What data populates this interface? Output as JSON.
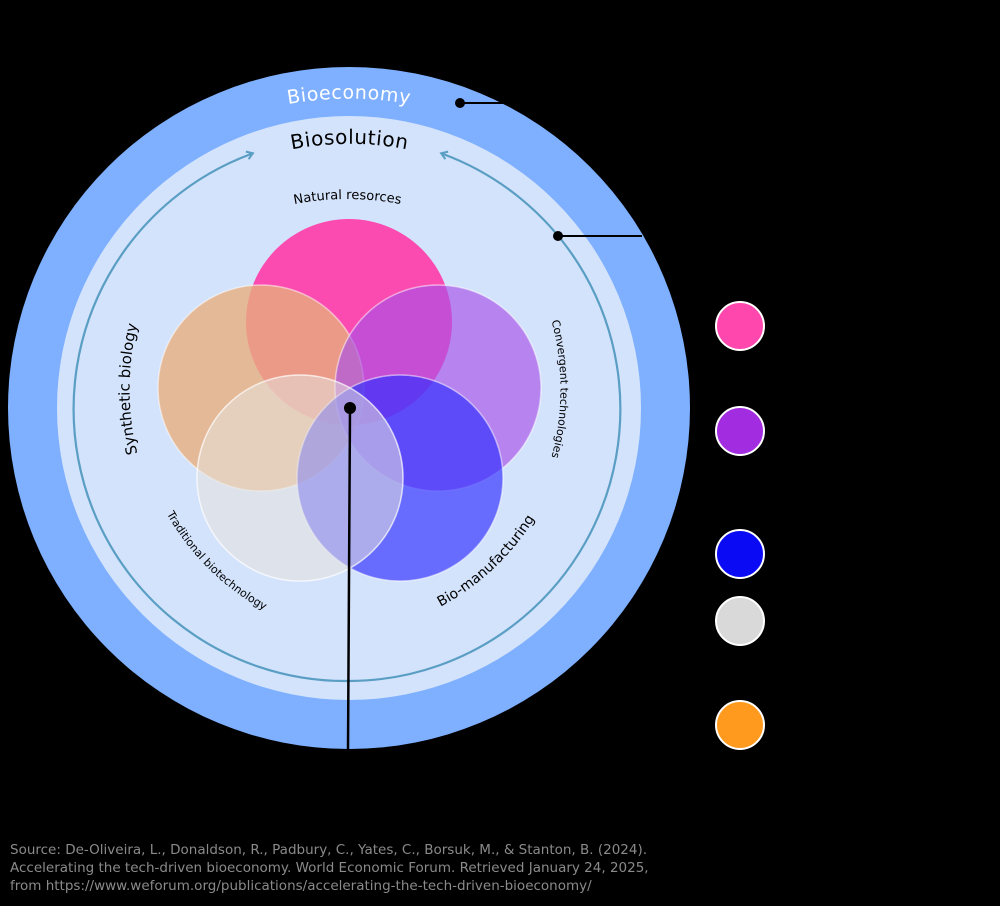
{
  "diagram": {
    "outer_label": "Bioeconomy",
    "inner_label": "Biosolution",
    "petals": [
      {
        "label": "Natural resorces",
        "color": "#ff3aa8"
      },
      {
        "label": "Convergent technologies",
        "color": "#b47cf0"
      },
      {
        "label": "Bio-manufacturing",
        "color": "#5454ff"
      },
      {
        "label": "Traditional biotechnology",
        "color": "#e2e6ee"
      },
      {
        "label": "Synthetic biology",
        "color": "#e8ae7e"
      }
    ],
    "legend_colors": [
      "#ff47ad",
      "#a12ce0",
      "#0a0af5",
      "#d9d9d9",
      "#ff9a1f"
    ],
    "colors": {
      "outer_ring": "#7fb0ff",
      "inner_disc": "#d3e3fc",
      "arrow": "#5a9ec4"
    }
  },
  "source": {
    "line1": "Source: De-Oliveira, L., Donaldson, R., Padbury, C., Yates, C., Borsuk, M., & Stanton, B. (2024).",
    "line2": "Accelerating the tech-driven bioeconomy. World Economic Forum. Retrieved January 24, 2025,",
    "line3": "from https://www.weforum.org/publications/accelerating-the-tech-driven-bioeconomy/"
  }
}
